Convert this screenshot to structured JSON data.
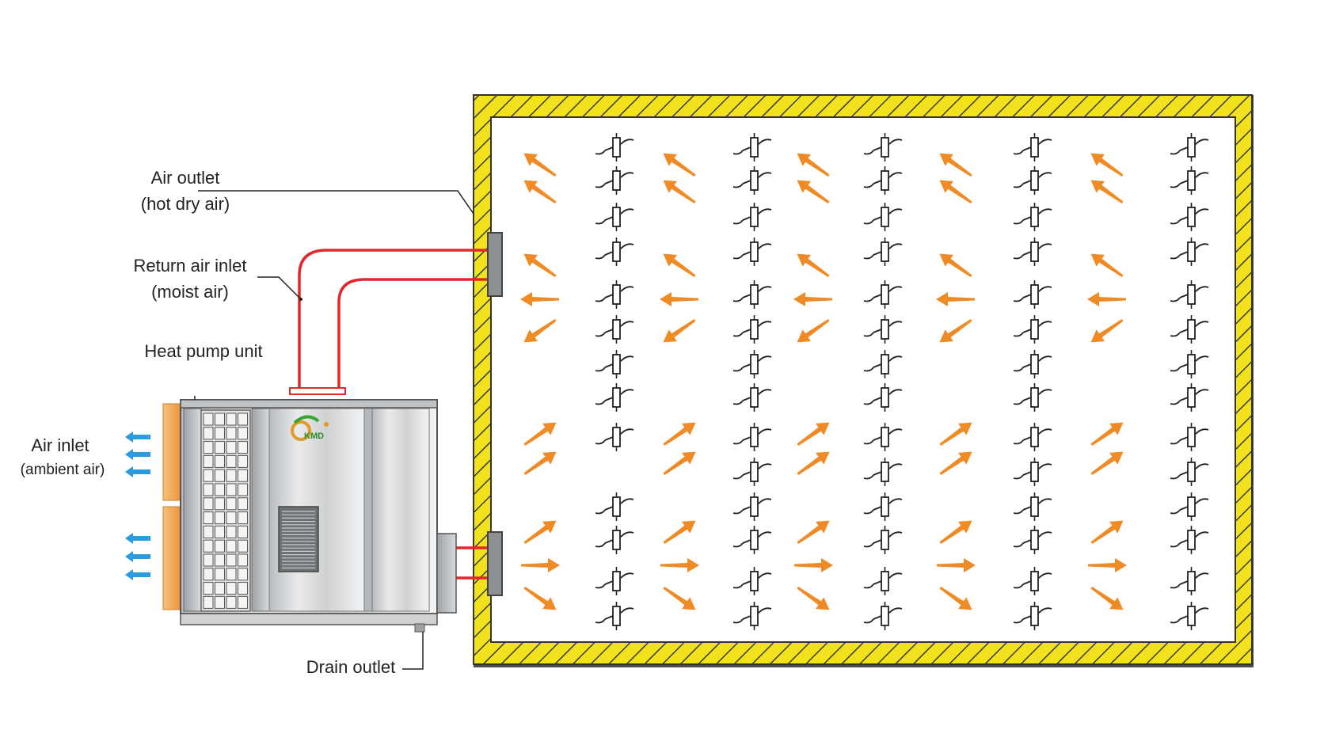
{
  "labels": {
    "air_outlet": "Air outlet",
    "air_outlet_sub": "(hot dry air)",
    "return_inlet": "Return air inlet",
    "return_inlet_sub": "(moist air)",
    "heat_pump": "Heat pump unit",
    "air_inlet": "Air inlet",
    "air_inlet_sub": "(ambient air)",
    "drain": "Drain outlet"
  },
  "logo_text": "KMD",
  "colors": {
    "chamber_wall": "#F2E21E",
    "wall_hatch": "#3a3a3a",
    "duct": "#E3262C",
    "hot_arrow": "#F08A24",
    "cold_arrow": "#2B9BE0",
    "unit_body": "#D2D4D6",
    "unit_panel": "#F0A047"
  },
  "icons": {
    "airflow_arrow": "arrow-icon",
    "ambient_arrow": "arrow-icon",
    "product": "hanging-product-icon"
  }
}
